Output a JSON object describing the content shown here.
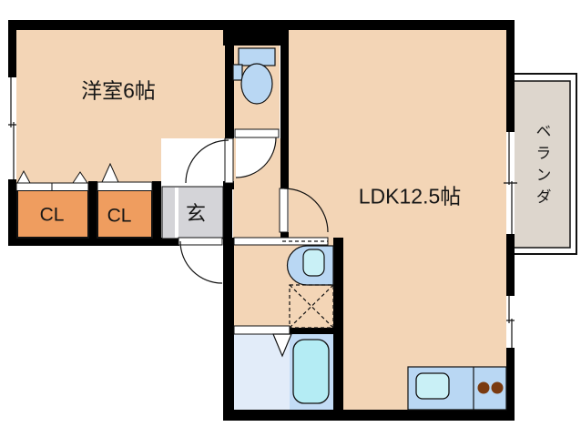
{
  "rooms": {
    "yoshitsu": {
      "label": "洋室6帖"
    },
    "ldk": {
      "label": "LDK12.5帖"
    },
    "closet1": {
      "label": "CL"
    },
    "closet2": {
      "label": "CL"
    },
    "genkan": {
      "label": "玄"
    },
    "veranda": {
      "label": "ベランダ"
    }
  },
  "fixtures": [
    "toilet-icon",
    "washbasin-icon",
    "washing-machine-pan-icon",
    "bathtub-icon",
    "kitchen-sink-icon",
    "stove-burners-icon",
    "folding-closet-door-icon",
    "door-swing-arc-icon",
    "sliding-window-icon"
  ],
  "colors": {
    "background": "#ffffff",
    "wall": "#000000",
    "floor": "#f3d5b6",
    "closet": "#ef9d5f",
    "genkan": "#d4d4d8",
    "veranda": "#ddd6cd",
    "fixture_blue": "#b9d7f3",
    "basin_cyan": "#c9f0f6",
    "tub_cyan": "#b4ecf4",
    "tub_zone": "#c3dcf6",
    "bath_floor": "#e2ecf9",
    "burner_brown": "#7a3a10",
    "line": "#111111"
  }
}
